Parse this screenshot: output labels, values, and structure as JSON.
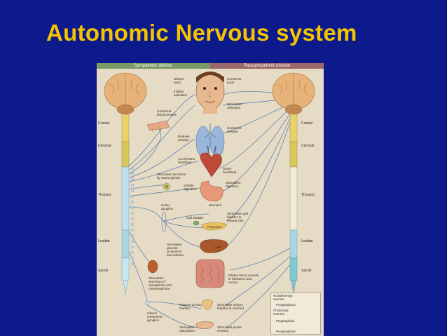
{
  "slide": {
    "title": "Autonomic Nervous system"
  },
  "diagram": {
    "headers": {
      "sympathetic": "Sympathetic division",
      "parasympathetic": "Parasympathetic division"
    },
    "spinal_regions_left": [
      "Cranial",
      "Cervical",
      "Thoracic",
      "Lumbar",
      "Sacral"
    ],
    "spinal_regions_right": [
      "Cranial",
      "Cervical",
      "Thoracic",
      "Lumbar",
      "Sacral"
    ],
    "sympathetic_labels": {
      "dilates_pupil": "Dilates\npupil",
      "inhibits_salivation": "Inhibits\nsalivation",
      "constricts_vessels": "Constricts\nblood vessels",
      "relaxes_airways": "Relaxes\nairways",
      "accelerates_heartbeat": "Accelerates\nheartbeat",
      "sweat": "Stimulates secretion\nby sweat glands",
      "inhibits_digestion": "Inhibits\ndigestion",
      "celiac": "Celiac\nganglion",
      "glucose": "Stimulates\nglucose\nproduction\nand release",
      "adrenal": "Stimulates\nsecretion of\nepinephrine and\nnorepinephrine",
      "relax_bladder": "Relaxes urinary\nbladder",
      "mesenteric": "Inferior\nmesenteric\nganglion",
      "ejaculation": "Stimulates\nejaculation"
    },
    "parasympathetic_labels": {
      "constricts_pupil": "Constricts\npupil",
      "stimulates_salivation": "Stimulates\nsalivation",
      "constricts_airways": "Constricts\nairways",
      "slows_heartbeat": "Slows\nheartbeat",
      "stimulates_digestion": "Stimulates\ndigestion",
      "gallbladder": "Stimulates gall\nbladder to\nrelease bile",
      "dilates_vessels": "Dilates blood vessels\nin intestines and\nrectum",
      "contract_bladder": "Stimulates urinary\nbladder to contract",
      "erection": "Stimulates penile\nerection"
    },
    "organ_labels": {
      "stomach": "Stomach",
      "gall_bladder": "Gall bladder",
      "pancreas": "Pancreas",
      "liver": "Liver"
    },
    "legend": {
      "noradrenergic": "Noradrenergic\nneurons",
      "noradrenergic_post": "Postganglionic",
      "cholinergic": "Cholinergic\nneurons",
      "cholinergic_pre": "Preganglionic",
      "cholinergic_post": "Postganglionic"
    }
  }
}
